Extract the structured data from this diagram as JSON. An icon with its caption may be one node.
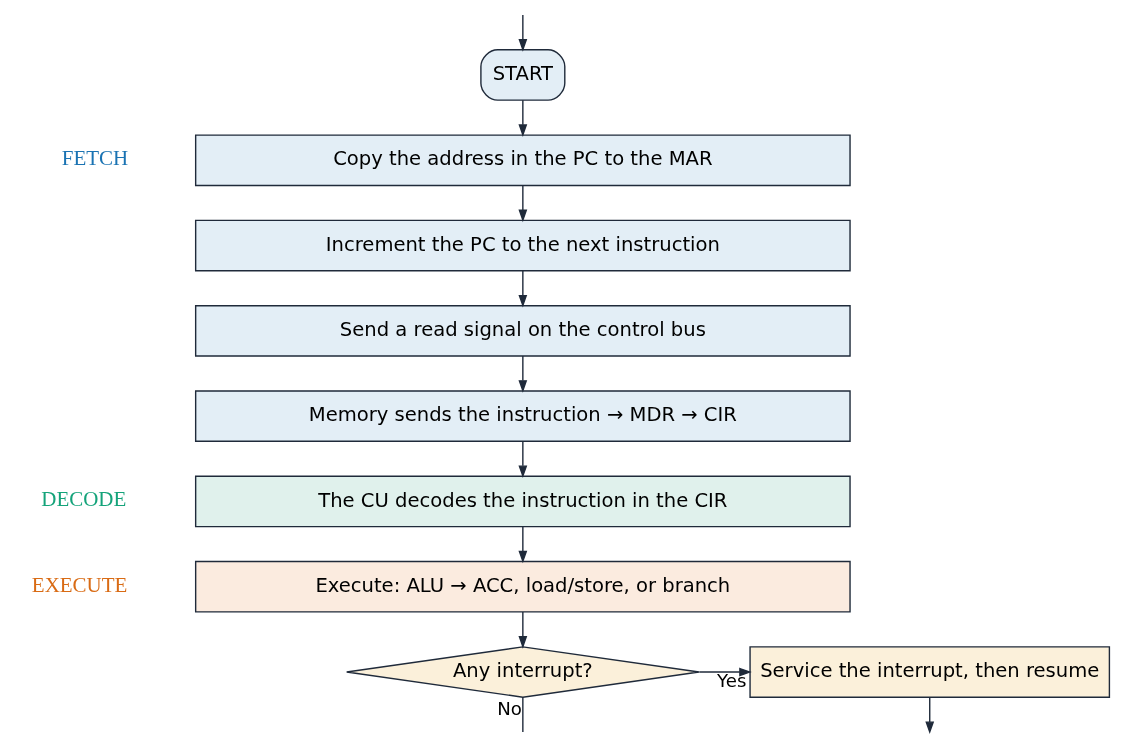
{
  "diagram": {
    "nodes": [
      {
        "text": [
          "START"
        ]
      },
      {
        "text": [
          "Copy the address in the PC to the MAR"
        ]
      },
      {
        "text": [
          "Increment the PC to the next instruction"
        ]
      },
      {
        "text": [
          "Send a read signal on the control bus"
        ]
      },
      {
        "text": [
          "Memory sends the instruction → MDR → CIR"
        ]
      },
      {
        "text": [
          "The CU decodes the instruction in the CIR"
        ]
      },
      {
        "text": [
          "Execute: ALU → ACC, load/store, or branch"
        ]
      },
      {
        "text": [
          "Any interrupt?"
        ]
      },
      {
        "text": [
          "Service the interrupt, then resume"
        ]
      }
    ],
    "edges": [
      {
        "from": 0,
        "to": 1,
        "arrow": "to"
      },
      {
        "from": 1,
        "to": 2,
        "arrow": "to"
      },
      {
        "from": 2,
        "to": 3,
        "arrow": "to"
      },
      {
        "from": 3,
        "to": 4,
        "arrow": "to"
      },
      {
        "from": 4,
        "to": 5,
        "arrow": "to"
      },
      {
        "from": 5,
        "to": 6,
        "arrow": "to"
      },
      {
        "from": 6,
        "to": 7,
        "arrow": "to"
      },
      {
        "from": 7,
        "to": 8,
        "arrow": "to",
        "label": "Yes"
      },
      {
        "from": 8,
        "to": null,
        "arrow": "to"
      },
      {
        "from": 7,
        "to": null,
        "arrow": "none",
        "label": "No"
      },
      {
        "from": null,
        "to": 0,
        "arrow": "to"
      }
    ],
    "labels": [
      "FETCH",
      "DECODE",
      "EXECUTE"
    ]
  }
}
